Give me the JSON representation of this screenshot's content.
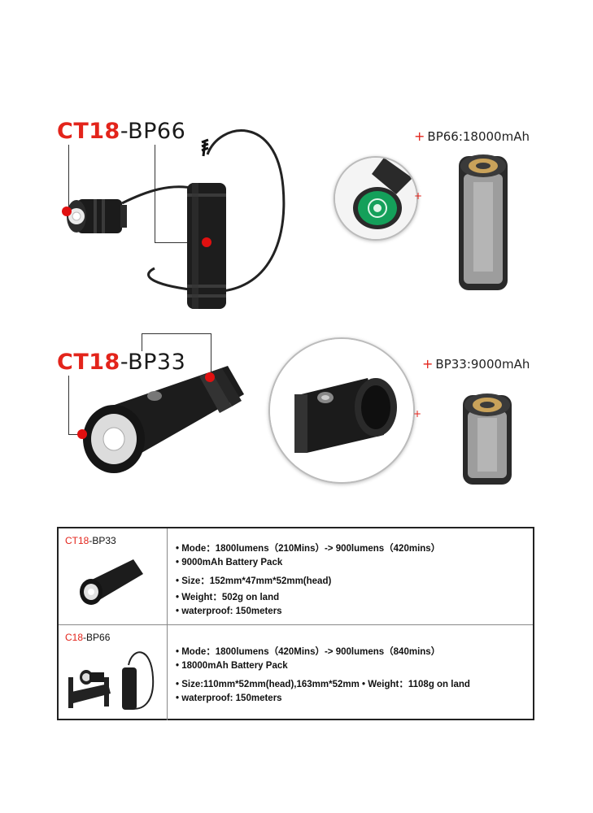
{
  "product1": {
    "name_red": "CT18",
    "name_rest": "-BP66",
    "caption_plus": "+",
    "caption": "BP66:18000mAh",
    "zoom_plus": "+"
  },
  "product2": {
    "name_red": "CT18",
    "name_rest": "-BP33",
    "caption_plus": "+",
    "caption": "BP33:9000mAh",
    "zoom_plus": "+"
  },
  "table": {
    "rows": [
      {
        "name_red": "CT18",
        "name_rest": "-BP33",
        "specs": [
          "• Mode：1800lumens（210Mins）-> 900lumens（420mins）",
          "• 9000mAh Battery Pack",
          "• Size：152mm*47mm*52mm(head)",
          "• Weight：502g on land",
          "• waterproof: 150meters"
        ]
      },
      {
        "name_red": "C18",
        "name_rest": "-BP66",
        "specs": [
          "• Mode：1800lumens（420Mins）-> 900lumens（840mins）",
          "• 18000mAh Battery Pack",
          "• Size:110mm*52mm(head),163mm*52mm     • Weight：1108g on land",
          "• waterproof: 150meters"
        ]
      }
    ]
  },
  "colors": {
    "accent_red": "#e3241b",
    "zoom_green": "#14a05a"
  }
}
